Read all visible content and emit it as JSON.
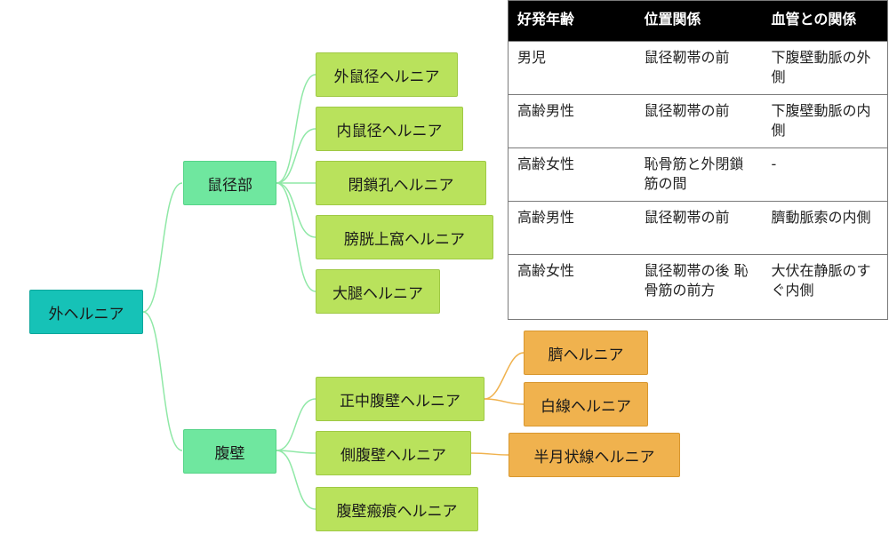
{
  "diagram": {
    "root": "外ヘルニア",
    "groups": {
      "inguinal": "鼠径部",
      "abdominal_wall": "腹壁"
    },
    "leaves": {
      "indirect_inguinal": "外鼠径ヘルニア",
      "direct_inguinal": "内鼠径ヘルニア",
      "obturator": "閉鎖孔ヘルニア",
      "supravesical": "膀胱上窩ヘルニア",
      "femoral": "大腿ヘルニア",
      "midline_ventral": "正中腹壁ヘルニア",
      "lateral_ventral": "側腹壁ヘルニア",
      "incisional": "腹壁瘢痕ヘルニア"
    },
    "subleaves": {
      "umbilical": "臍ヘルニア",
      "linea_alba": "白線ヘルニア",
      "spigelian": "半月状線ヘルニア"
    },
    "colors": {
      "root": "#16c2b7",
      "group": "#6fe79f",
      "leaf": "#b9e25c",
      "subleaf": "#f0b24e",
      "green_line": "#8fe8a6",
      "orange_line": "#f0b24e"
    }
  },
  "table": {
    "headers": [
      "好発年齢",
      "位置関係",
      "血管との関係"
    ],
    "rows": [
      [
        "男児",
        "鼠径靭帯の前",
        "下腹壁動脈の外側"
      ],
      [
        "高齢男性",
        "鼠径靭帯の前",
        "下腹壁動脈の内側"
      ],
      [
        "高齢女性",
        "恥骨筋と外閉鎖筋の間",
        "-"
      ],
      [
        "高齢男性",
        "鼠径靭帯の前",
        "臍動脈索の内側"
      ],
      [
        "高齢女性",
        "鼠径靭帯の後 恥骨筋の前方",
        "大伏在静脈のすぐ内側"
      ]
    ]
  }
}
